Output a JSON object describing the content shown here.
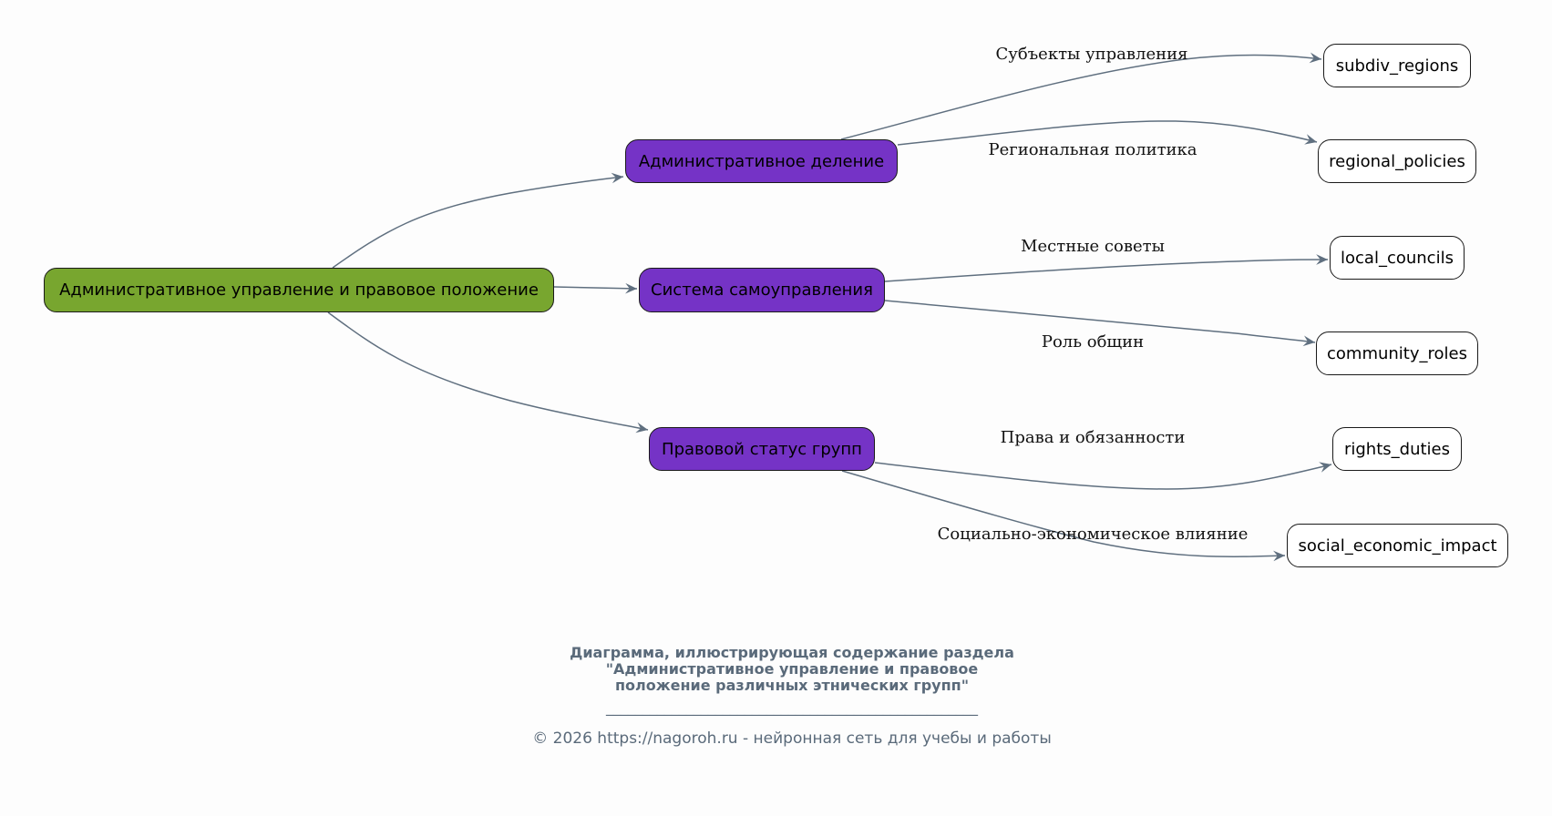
{
  "diagram": {
    "colors": {
      "root": "#78a62f",
      "branch": "#7533c6",
      "leaf": "#ffffff",
      "edge": "#5f6f7f",
      "caption": "#5a6a7a"
    },
    "nodes": {
      "root": "Административное управление и правовое положение",
      "admin_division": "Административное деление",
      "self_government": "Система самоуправления",
      "legal_status": "Правовой статус групп",
      "subdiv_regions": "subdiv_regions",
      "regional_policies": "regional_policies",
      "local_councils": "local_councils",
      "community_roles": "community_roles",
      "rights_duties": "rights_duties",
      "social_economic_impact": "social_economic_impact"
    },
    "edges": [
      {
        "from": "root",
        "to": "admin_division",
        "label": ""
      },
      {
        "from": "root",
        "to": "self_government",
        "label": ""
      },
      {
        "from": "root",
        "to": "legal_status",
        "label": ""
      },
      {
        "from": "admin_division",
        "to": "subdiv_regions",
        "label": "Субъекты управления"
      },
      {
        "from": "admin_division",
        "to": "regional_policies",
        "label": "Региональная политика"
      },
      {
        "from": "self_government",
        "to": "local_councils",
        "label": "Местные советы"
      },
      {
        "from": "self_government",
        "to": "community_roles",
        "label": "Роль общин"
      },
      {
        "from": "legal_status",
        "to": "rights_duties",
        "label": "Права и обязанности"
      },
      {
        "from": "legal_status",
        "to": "social_economic_impact",
        "label": "Социально-экономическое влияние"
      }
    ]
  },
  "caption": {
    "title_line1": "Диаграмма, иллюстрирующая содержание раздела",
    "title_line2": "\"Административное управление и правовое",
    "title_line3": "положение различных этнических групп\"",
    "rule": "___________________________________________________",
    "copyright": "© 2026 https://nagoroh.ru - нейронная сеть для учебы и работы"
  }
}
